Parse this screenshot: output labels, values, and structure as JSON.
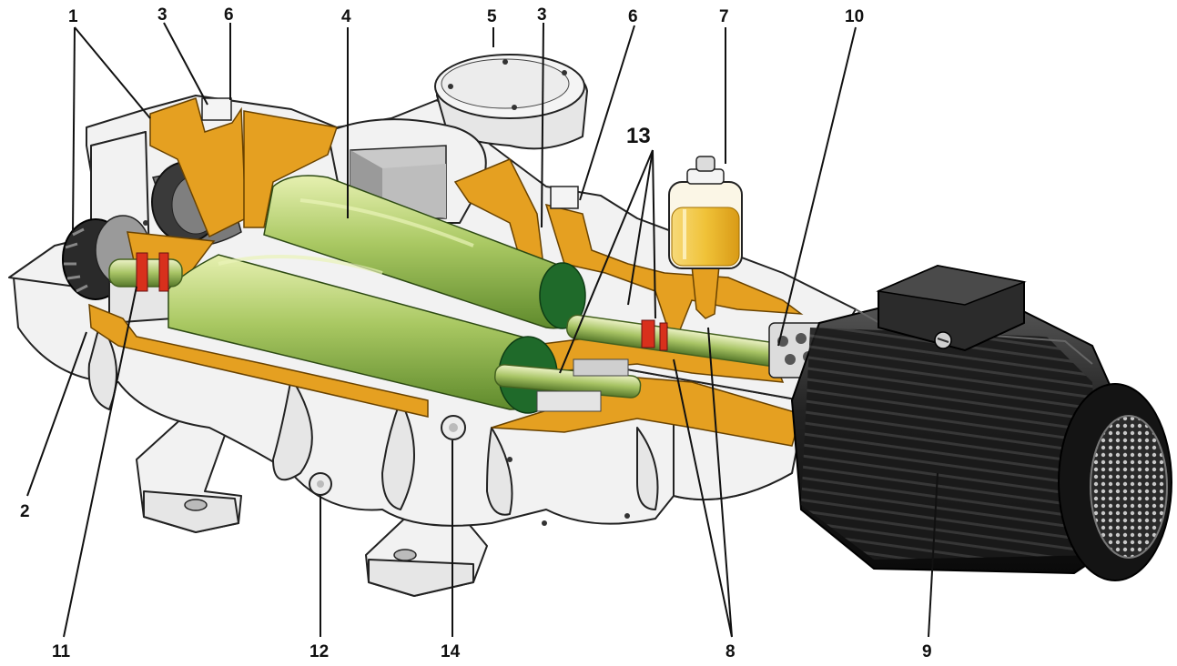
{
  "labels": {
    "l1": "1",
    "l2": "2",
    "l3a": "3",
    "l3b": "3",
    "l4": "4",
    "l5": "5",
    "l6a": "6",
    "l6b": "6",
    "l7": "7",
    "l8": "8",
    "l9": "9",
    "l10": "10",
    "l11": "11",
    "l12": "12",
    "l13": "13",
    "l14": "14"
  },
  "colors": {
    "housing": "#f2f2f2",
    "cut_section": "#e5a021",
    "rotor": "#9fc35a",
    "rotor_end": "#1f6a2a",
    "motor": "#1d1d1d",
    "oil": "#f0c238",
    "seal": "#d8301c"
  }
}
